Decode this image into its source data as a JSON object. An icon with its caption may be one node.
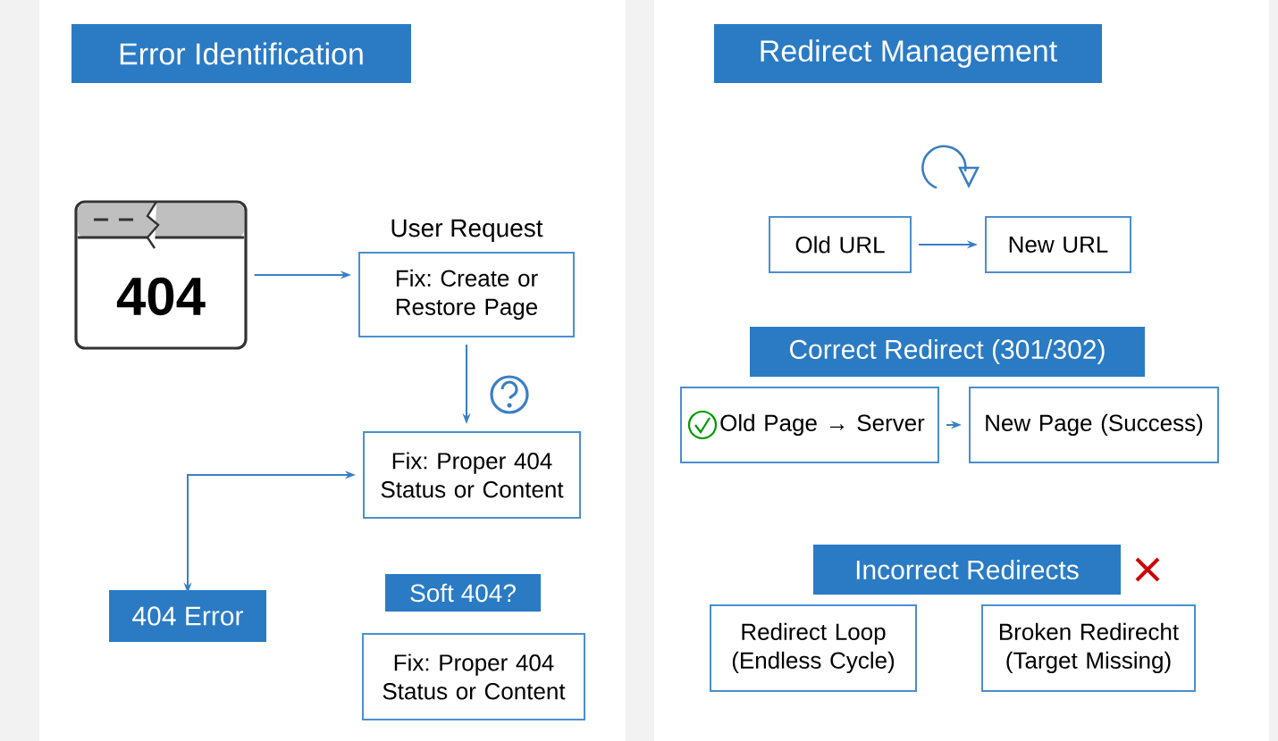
{
  "diagram": {
    "nodes": [
      {
        "text": [
          "Error Identification"
        ]
      },
      {
        "text": [
          "404"
        ]
      },
      {
        "text": [
          "User Request",
          "Fix: Create or Restore Page"
        ]
      },
      {
        "text": [
          "Fix: Proper 404 Status or Content"
        ]
      },
      {
        "text": [
          "404 Error"
        ]
      },
      {
        "text": [
          "Soft 404?"
        ]
      },
      {
        "text": [
          "Fix: Proper 404 Status or Content"
        ]
      },
      {
        "text": [
          "Redirect Management"
        ]
      },
      {
        "text": [
          "Old URL"
        ]
      },
      {
        "text": [
          "New URL"
        ]
      },
      {
        "text": [
          "Correct Redirect (301/302)"
        ]
      },
      {
        "text": [
          "Old Page → Server"
        ]
      },
      {
        "text": [
          "New Page (Success)"
        ]
      },
      {
        "text": [
          "Incorrect Redirects"
        ]
      },
      {
        "text": [
          "Redirect Loop (Endless Cycle)"
        ]
      },
      {
        "text": [
          "Broken Redirecht (Target Missing)"
        ]
      }
    ],
    "edges": [
      {
        "from": 1,
        "to": 2,
        "arrow": "to"
      },
      {
        "from": 2,
        "to": 3,
        "arrow": "to"
      },
      {
        "from": 4,
        "to": 3,
        "arrow": "both"
      },
      {
        "from": 8,
        "to": 9,
        "arrow": "to"
      },
      {
        "from": 11,
        "to": 12,
        "arrow": "to"
      }
    ]
  }
}
